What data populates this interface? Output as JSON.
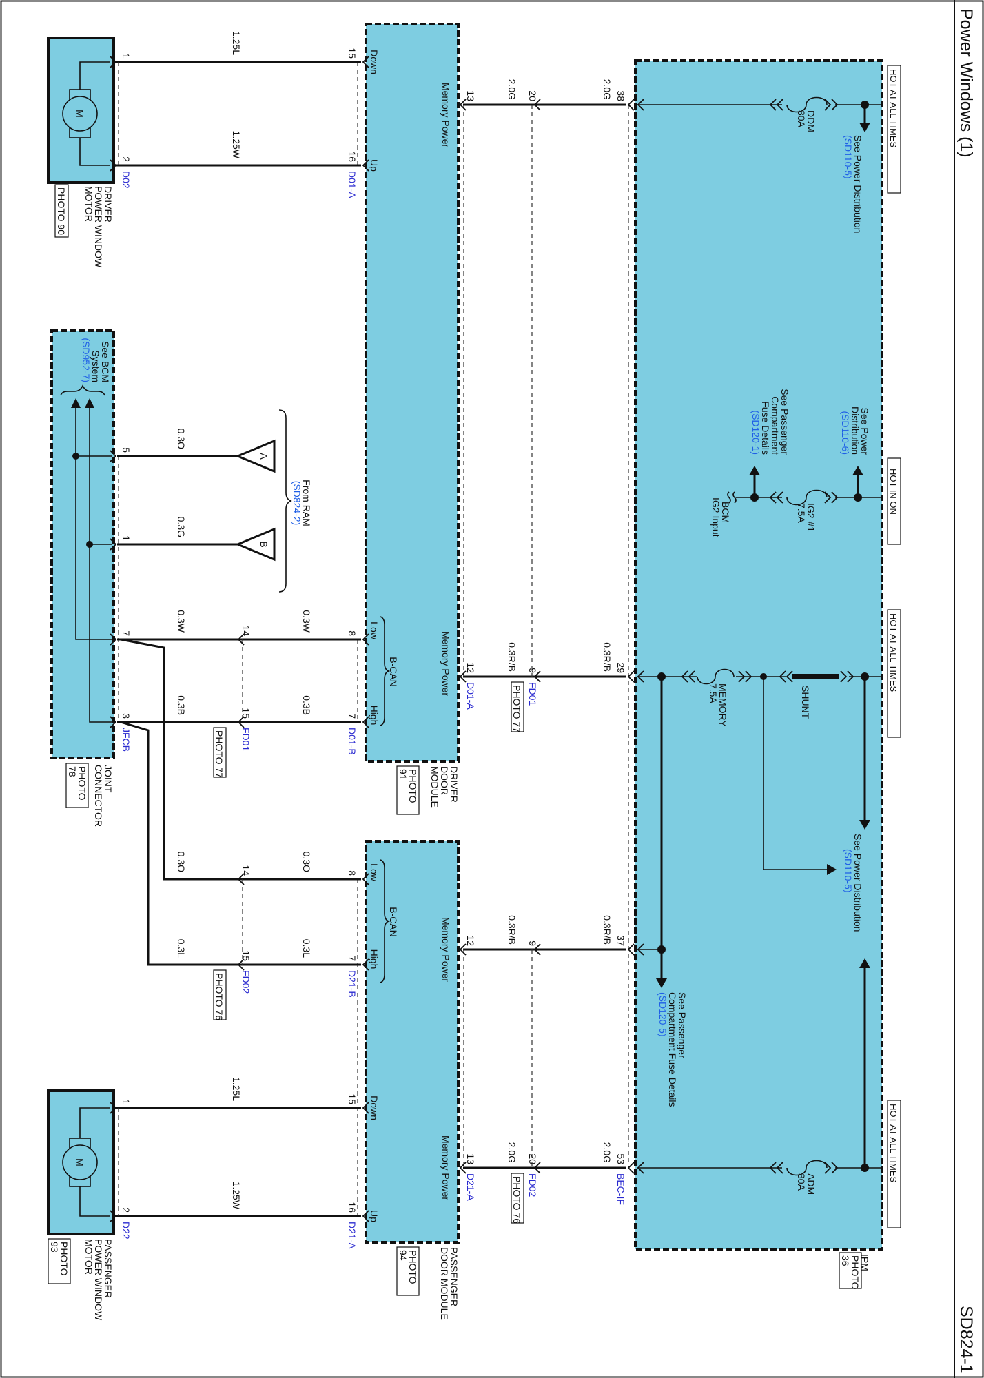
{
  "title": "Power Windows (1)",
  "page_id": "SD824-1",
  "hot_labels": [
    "HOT AT ALL TIMES",
    "HOT IN ON",
    "HOT AT ALL TIMES",
    "HOT AT ALL TIMES"
  ],
  "ipm": {
    "name": "IPM",
    "photo": [
      "PHOTO",
      "36"
    ],
    "pins": [
      "38",
      "29",
      "37",
      "53"
    ],
    "connector": "BEC-IF",
    "fuses": {
      "ddm": [
        "DDM",
        "30A"
      ],
      "ig2": [
        "IG2 #1",
        "7.5A"
      ],
      "memory": [
        "MEMORY",
        "7.5A"
      ],
      "adm": [
        "ADM",
        "30A"
      ],
      "shunt": "SHUNT"
    },
    "refs": {
      "pd_top": [
        "See Power Distribution",
        "(SD110-5)"
      ],
      "pd_ig2": [
        "See Power",
        "Distribution",
        "(SD110-6)"
      ],
      "pcf_ig2": [
        "See Passenger",
        "Compartment",
        "Fuse Details",
        "(SD120-1)"
      ],
      "bcm_ig2": [
        "BCM",
        "IG2 Input"
      ],
      "pd_mid": [
        "See Power Distribution",
        "(SD110-5)"
      ],
      "pcf_mem": [
        "See Passenger",
        "Compartment Fuse Details",
        "(SD120-5)"
      ]
    }
  },
  "wires": {
    "ipm_fd": [
      "2.0G",
      "0.3R/B",
      "0.3R/B",
      "2.0G"
    ],
    "fd_module": [
      "2.0G",
      "0.3R/B",
      "0.3R/B",
      "2.0G"
    ],
    "motor_driver": [
      "1.25L",
      "1.25W"
    ],
    "motor_passenger": [
      "1.25L",
      "1.25W"
    ],
    "ram": [
      "0.3O",
      "0.3G"
    ],
    "can_driver_left": [
      "0.3W",
      "0.3B"
    ],
    "can_driver_right": [
      "0.3W",
      "0.3B"
    ],
    "can_pass_left": [
      "0.3O",
      "0.3L"
    ],
    "can_pass_right": [
      "0.3O",
      "0.3L"
    ]
  },
  "fd01_power": {
    "name": "FD01",
    "photo": "PHOTO 77",
    "pins": [
      "20",
      "9"
    ]
  },
  "fd02_power": {
    "name": "FD02",
    "photo": "PHOTO 76",
    "pins": [
      "9",
      "20"
    ]
  },
  "fd01_can": {
    "name": "FD01",
    "photo": "PHOTO 77",
    "pins": [
      "14",
      "15"
    ]
  },
  "fd02_can": {
    "name": "FD02",
    "photo": "PHOTO 76",
    "pins": [
      "14",
      "15"
    ]
  },
  "driver_module": {
    "name": [
      "DRIVER",
      "DOOR",
      "MODULE"
    ],
    "photo": [
      "PHOTO",
      "91"
    ],
    "right_pins": [
      "13",
      "12"
    ],
    "right_conn": "D01-A",
    "left_pins": [
      "15",
      "16",
      "8",
      "7"
    ],
    "left_conn_a": "D01-A",
    "left_conn_b": "D01-B",
    "labels": {
      "down": "Down",
      "up": "Up",
      "low": "Low",
      "high": "High",
      "bcan": "B-CAN",
      "mem": "Memory Power"
    }
  },
  "passenger_module": {
    "name": [
      "PASSENGER",
      "DOOR MODULE"
    ],
    "photo": [
      "PHOTO",
      "94"
    ],
    "right_pins": [
      "12",
      "13"
    ],
    "right_conn": "D21-A",
    "left_pins": [
      "8",
      "7",
      "15",
      "16"
    ],
    "left_conn_a": "D21-A",
    "left_conn_b": "D21-B",
    "labels": {
      "down": "Down",
      "up": "Up",
      "low": "Low",
      "high": "High",
      "bcan": "B-CAN",
      "mem": "Memory Power"
    }
  },
  "driver_motor": {
    "name": [
      "DRIVER",
      "POWER WINDOW",
      "MOTOR"
    ],
    "photo": "PHOTO 90",
    "pins": [
      "1",
      "2"
    ],
    "conn": "D02",
    "symbol": "M"
  },
  "passenger_motor": {
    "name": [
      "PASSENGER",
      "POWER WINDOW",
      "MOTOR"
    ],
    "photo": [
      "PHOTO",
      "93"
    ],
    "pins": [
      "1",
      "2"
    ],
    "conn": "D22",
    "symbol": "M"
  },
  "joint": {
    "name": [
      "JOINT",
      "CONNECTOR"
    ],
    "photo": [
      "PHOTO",
      "78"
    ],
    "conn": "JFCB",
    "pins": [
      "5",
      "1",
      "7",
      "3"
    ],
    "ref": [
      "See BCM",
      "System",
      "(SD952-7)"
    ]
  },
  "ram": {
    "a": "A",
    "b": "B",
    "ref": [
      "From RAM",
      "(SD824-2)"
    ]
  },
  "colors": {
    "module_fill": "#7ecde1",
    "connector_text": "#2a2ad0",
    "ref_text": "#1f5fe6"
  }
}
